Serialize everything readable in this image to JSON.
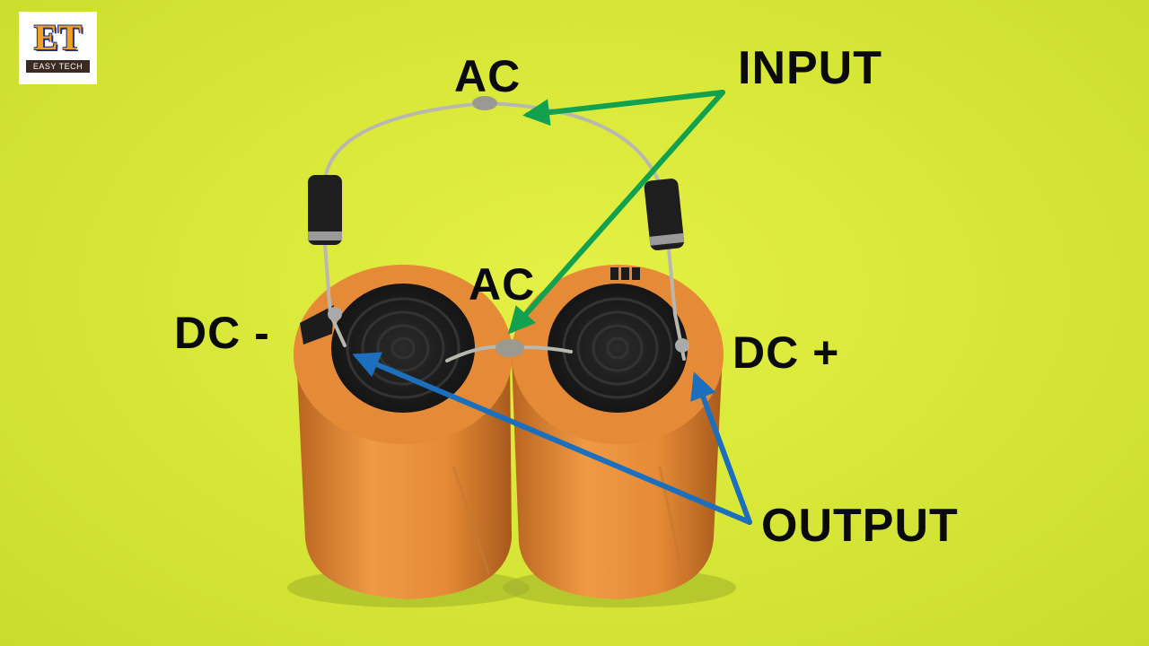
{
  "labels": {
    "ac_top": "AC",
    "input": "INPUT",
    "ac_mid": "AC",
    "dc_minus": "DC -",
    "dc_plus": "DC +",
    "output": "OUTPUT"
  },
  "logo": {
    "mark": "ET",
    "subtitle": "EASY TECH"
  },
  "colors": {
    "background": "#d7e835",
    "capacitor_body": "#e8913c",
    "capacitor_top": "#1f1f1f",
    "input_arrow": "#12a14e",
    "output_arrow": "#1b6fbd",
    "label_text": "#0a0a0a"
  }
}
